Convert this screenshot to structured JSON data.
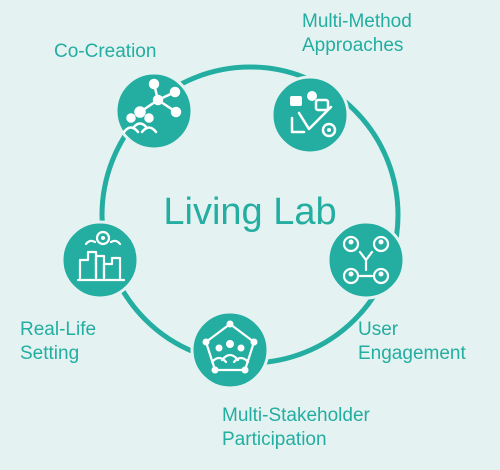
{
  "center": {
    "title": "Living Lab"
  },
  "nodes": [
    {
      "id": "co-creation",
      "label": "Co-Creation",
      "icon": "network-people-icon"
    },
    {
      "id": "multi-method",
      "label": "Multi-Method\nApproaches",
      "icon": "methods-check-icon"
    },
    {
      "id": "user-engagement",
      "label": "User\nEngagement",
      "icon": "users-exchange-icon"
    },
    {
      "id": "multi-stakeholder",
      "label": "Multi-Stakeholder\nParticipation",
      "icon": "stakeholder-pentagon-icon"
    },
    {
      "id": "real-life",
      "label": "Real-Life\nSetting",
      "icon": "city-skyline-icon"
    }
  ],
  "colors": {
    "background": "#e4f2f1",
    "accent": "#23aea1",
    "icon": "#ffffff"
  }
}
